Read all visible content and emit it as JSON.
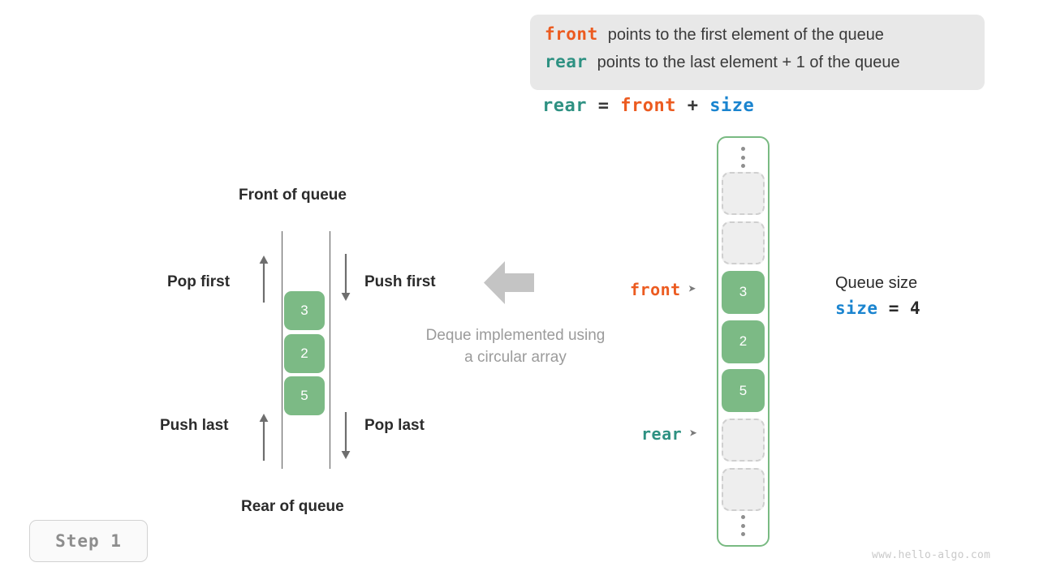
{
  "legend": {
    "lines": [
      {
        "keyword": "front",
        "text": "points to the first element of the queue",
        "color": "#ec5b20"
      },
      {
        "keyword": "rear",
        "text": "points to the last element + 1 of the queue",
        "color": "#2e9182"
      }
    ]
  },
  "formula": {
    "lhs": "rear",
    "eq": "=",
    "rhs1": "front",
    "plus": "+",
    "rhs2": "size"
  },
  "deque": {
    "front_title": "Front of queue",
    "rear_title": "Rear of queue",
    "cells": [
      "3",
      "2",
      "5"
    ],
    "operations": {
      "pop_first": "Pop first",
      "push_first": "Push first",
      "push_last": "Push last",
      "pop_last": "Pop last"
    },
    "caption_line1": "Deque implemented using",
    "caption_line2": "a circular array"
  },
  "array": {
    "top_ellipsis": "vertical-ellipsis",
    "bottom_ellipsis": "vertical-ellipsis",
    "slots": [
      {
        "value": "",
        "state": "empty"
      },
      {
        "value": "",
        "state": "empty"
      },
      {
        "value": "3",
        "state": "filled"
      },
      {
        "value": "2",
        "state": "filled"
      },
      {
        "value": "5",
        "state": "filled"
      },
      {
        "value": "",
        "state": "empty"
      },
      {
        "value": "",
        "state": "empty"
      }
    ],
    "pointers": {
      "front_label": "front",
      "rear_label": "rear",
      "arrow_glyph": "➤"
    }
  },
  "queue_size": {
    "title": "Queue size",
    "var": "size",
    "equals": "=",
    "value": "4"
  },
  "step_badge": "Step 1",
  "watermark": "www.hello-algo.com",
  "colors": {
    "front": "#ec5b20",
    "rear": "#2e9182",
    "size": "#1a84cf",
    "cell_fill": "#7cba85",
    "container_border": "#79ba82",
    "muted": "#9b9b9b"
  }
}
